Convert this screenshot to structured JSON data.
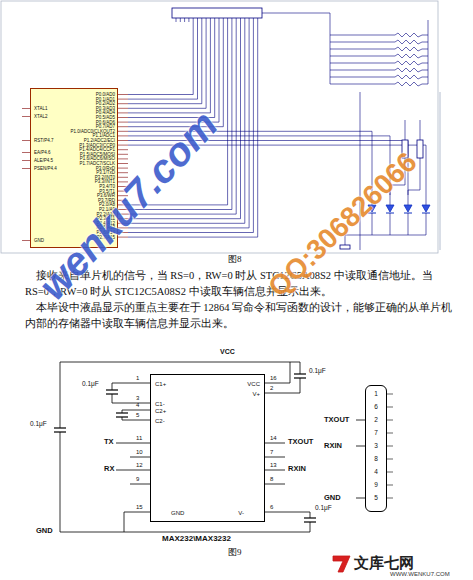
{
  "diagram": {
    "nodes": [
      {
        "text": [
          "XTAL1",
          "XTAL2",
          "RST/P4.7",
          "EA/P4.6",
          "ALE/P4.5",
          "PSEN/P4.4",
          "GND",
          "P0.0/AD0",
          "P0.1/AD1",
          "P0.2/AD2",
          "P0.3/AD3",
          "P0.4/AD4",
          "P0.5/AD5",
          "P0.6/AD6",
          "P0.7/AD7",
          "P1.0/ADC0/CLKOUT2",
          "P1.1/ADC1",
          "P1.2/ADC2/ECI",
          "P1.3/ADC3/CCP0",
          "P1.4/ADC4/CCP1",
          "P1.5/ADC5/MOSI",
          "P1.6/ADC6/MISO",
          "P1.7/ADC7/SCLK",
          "P3.0/RxD",
          "P3.1/TxD",
          "P3.2/INT0",
          "P3.3/INT1",
          "P3.4/T0",
          "P3.5/T1",
          "P3.6/WR",
          "P3.7/RD",
          "P2.0/A8",
          "P2.1/A9",
          "P2.2/A10",
          "P2.3/A11",
          "P2.4/A12",
          "P2.5/A13",
          "P2.6/A14",
          "P2.7/A15"
        ]
      },
      {
        "text": [
          "C1+",
          "C1-",
          "C2+",
          "C2-",
          "VCC",
          "V+",
          "GND",
          "V-"
        ]
      },
      {
        "text": [
          "1",
          "6",
          "2",
          "7",
          "3",
          "8",
          "4",
          "9",
          "5"
        ]
      }
    ],
    "labels": [
      "图8",
      "接收来自单片机的信号，当 RS=0，RW=0 时从 STC12C5A08S2 中读取通信地址。当 RS=0，RW=0 时从 STC12C5A08S2 中读取车辆信息并显示出来。",
      "本毕设中液晶显示的重点主要在于 12864 写命令和写函数的设计，能够正确的从单片机内部的存储器中读取车辆信息并显示出来。",
      "VCC",
      "0.1μF",
      "0.1μF",
      "0.1μF",
      "0.1μF",
      "TX",
      "RX",
      "TXOUT",
      "RXIN",
      "GND",
      "TXOUT",
      "RXIN",
      "GND",
      "MAX232\\MAX3232",
      "图9",
      "1",
      "3",
      "4",
      "5",
      "11",
      "10",
      "12",
      "9",
      "15",
      "16",
      "2",
      "14",
      "7",
      "13",
      "8",
      "6",
      "wenku7.com",
      "QQ:306826066",
      "文库七网",
      "WWW.WENKU7.COM"
    ]
  }
}
